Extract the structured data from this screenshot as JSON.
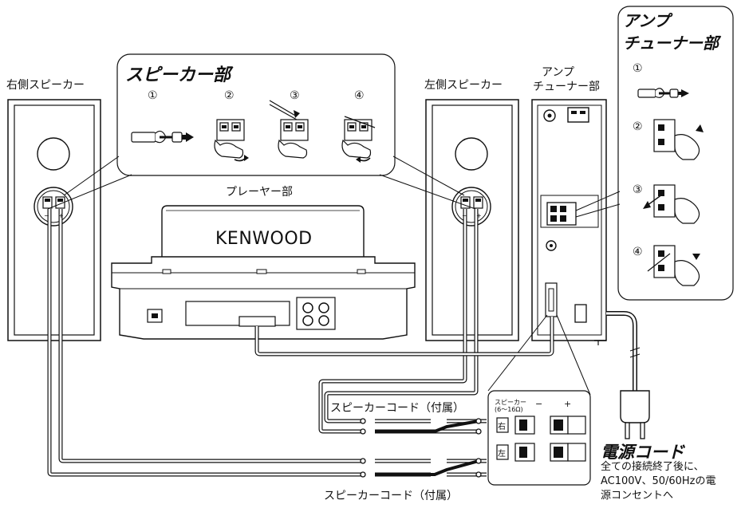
{
  "speaker_section": {
    "title": "スピーカー部",
    "steps": [
      "①",
      "②",
      "③",
      "④"
    ]
  },
  "right_speaker": {
    "label": "右側スピーカー",
    "minus": "−",
    "plus": "+"
  },
  "left_speaker": {
    "label": "左側スピーカー",
    "minus": "−",
    "plus": "+"
  },
  "player": {
    "label": "プレーヤー部",
    "brand": "KENWOOD"
  },
  "amp": {
    "label_line1": "アンプ",
    "label_line2": "チューナー部"
  },
  "amp_section": {
    "title_line1": "アンプ",
    "title_line2": "チューナー部",
    "steps": [
      "①",
      "②",
      "③",
      "④"
    ]
  },
  "speaker_cord_top": "スピーカーコード（付属）",
  "speaker_cord_bottom": "スピーカーコード（付属）",
  "terminal_panel": {
    "header_line1": "スピーカー",
    "header_line2": "(6〜16Ω)",
    "minus": "−",
    "plus": "+",
    "right_mark": "右",
    "left_mark": "左"
  },
  "power_cord": {
    "title": "電源コード",
    "note_line1": "全ての接続終了後に、",
    "note_line2": "AC100V、50/60Hzの電",
    "note_line3": "源コンセントへ"
  }
}
